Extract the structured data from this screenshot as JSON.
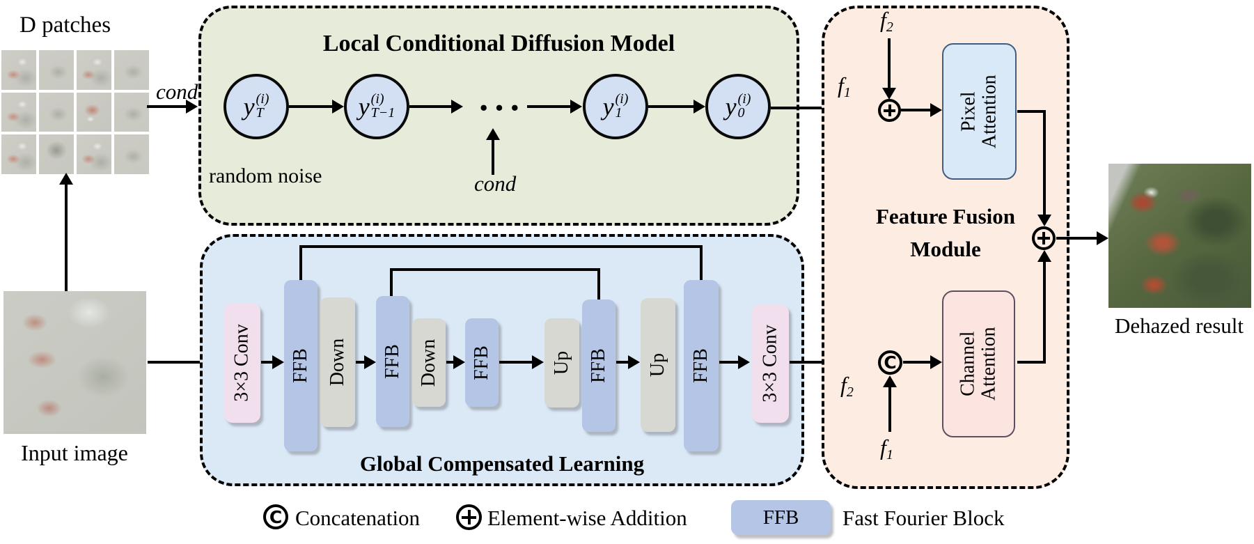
{
  "left": {
    "d_patches_label": "D patches",
    "input_label": "Input image"
  },
  "diffusion": {
    "title": "Local Conditional Diffusion Model",
    "random_noise": "random noise",
    "cond_left": "cond",
    "cond_bottom": "cond",
    "dots": "···",
    "nodes": [
      {
        "base": "y",
        "sup": "(i)",
        "sub": "T"
      },
      {
        "base": "y",
        "sup": "(i)",
        "sub": "T−1"
      },
      {
        "base": "y",
        "sup": "(i)",
        "sub": "1"
      },
      {
        "base": "y",
        "sup": "(i)",
        "sub": "0"
      }
    ]
  },
  "gcl": {
    "title": "Global Compensated Learning",
    "blocks": [
      {
        "label": "3×3 Conv"
      },
      {
        "label": "FFB"
      },
      {
        "label": "Down"
      },
      {
        "label": "FFB"
      },
      {
        "label": "Down"
      },
      {
        "label": "FFB"
      },
      {
        "label": "Up"
      },
      {
        "label": "FFB"
      },
      {
        "label": "Up"
      },
      {
        "label": "FFB"
      },
      {
        "label": "3×3 Conv"
      }
    ]
  },
  "ffm": {
    "title_line1": "Feature Fusion",
    "title_line2": "Module",
    "pixel_attention_line1": "Pixel",
    "pixel_attention_line2": "Attention",
    "channel_attention_line1": "Channel",
    "channel_attention_line2": "Attention",
    "f_base": "f",
    "f1_sub": "1",
    "f2_sub": "2"
  },
  "output": {
    "dehazed_label": "Dehazed result"
  },
  "legend": {
    "concat_symbol": "C",
    "concat_label": "Concatenation",
    "add_label": "Element-wise Addition",
    "ffb_label": "FFB",
    "ffb_desc": "Fast Fourier Block"
  },
  "colors": {
    "diffusion_box": "#e7ecda",
    "gcl_box": "#dbe9f7",
    "ffm_box": "#fdece2",
    "node_fill": "#d3e0f3",
    "ffb_block": "#b4c5e5",
    "updown_block": "#d8d8d3",
    "conv_block": "#f1dfee",
    "pixel_attention": "#d9e9f8",
    "channel_attention": "#fce4e1"
  }
}
